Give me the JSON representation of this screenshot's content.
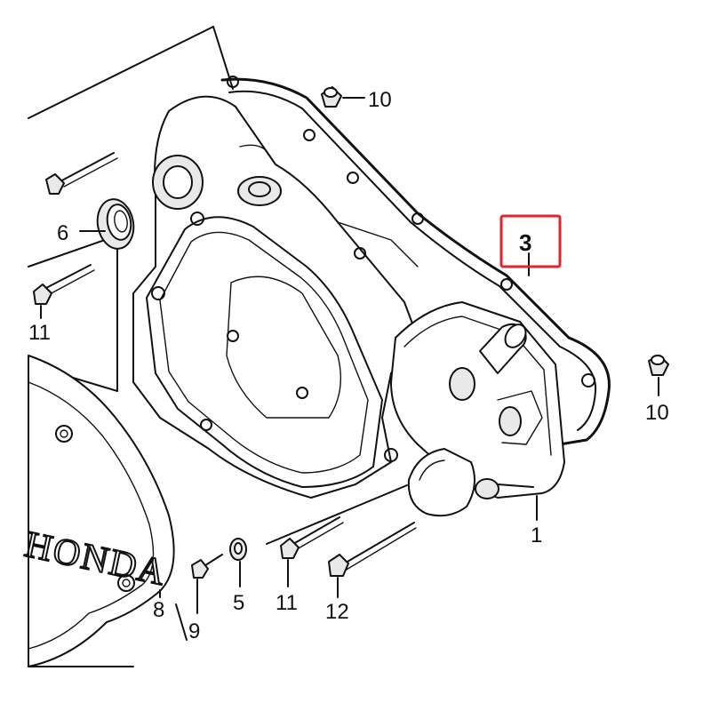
{
  "callouts": {
    "part_1": "1",
    "part_3": "3",
    "part_5": "5",
    "part_6": "6",
    "part_8": "8",
    "part_9": "9",
    "part_10_top": "10",
    "part_10_right": "10",
    "part_11_left": "11",
    "part_11_bottom": "11",
    "part_12": "12"
  },
  "brand_text": "HONDA",
  "highlight": {
    "target": "3",
    "color": "#e0262b"
  }
}
